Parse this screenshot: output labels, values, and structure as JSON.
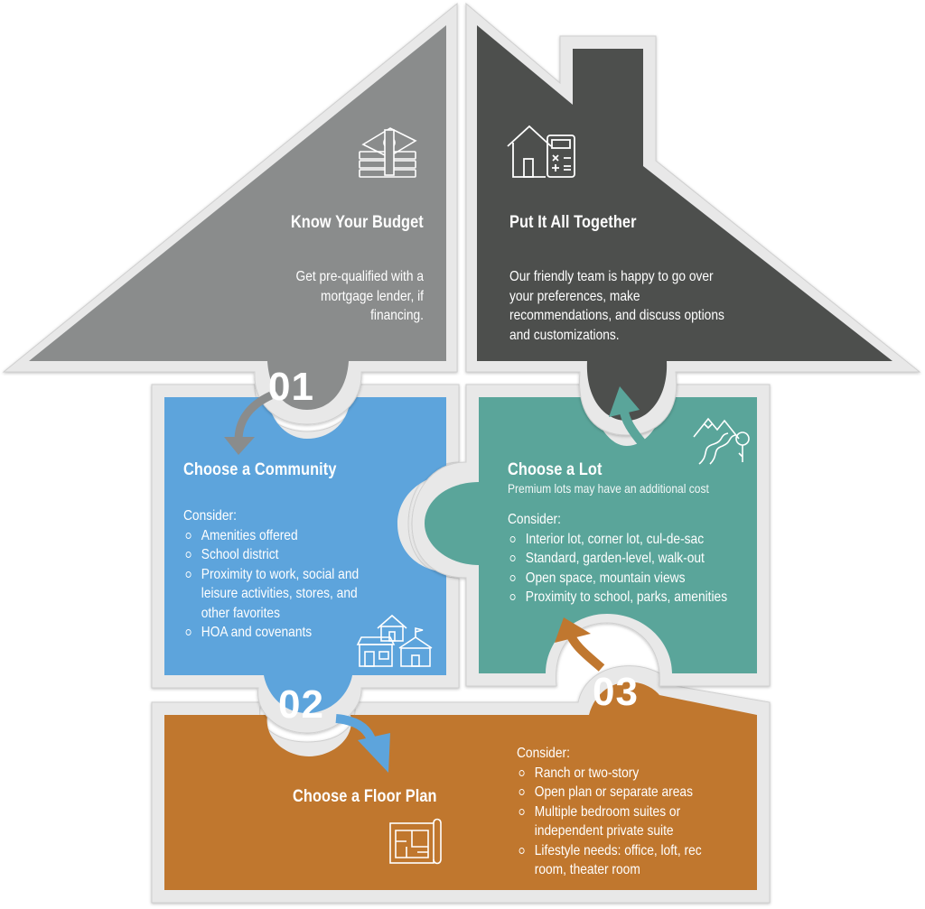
{
  "steps": {
    "budget": {
      "number": "01",
      "title": "Know Your Budget",
      "description": "Get pre-qualified with a mortgage lender, if financing.",
      "icon": "money-stack-icon",
      "color": "#8a8c8c"
    },
    "together": {
      "title": "Put It All Together",
      "description": "Our friendly team is happy to go over your preferences, make recommendations, and discuss options and customizations.",
      "icon": "house-calculator-icon",
      "color": "#4d4f4e"
    },
    "community": {
      "number": "02",
      "title": "Choose a Community",
      "consider_label": "Consider:",
      "items": [
        "Amenities offered",
        "School district",
        "Proximity to work, social and leisure activities, stores, and other favorites",
        "HOA and covenants"
      ],
      "icon": "town-buildings-icon",
      "color": "#5da4dc"
    },
    "lot": {
      "title": "Choose a Lot",
      "subtitle": "Premium lots may have an additional cost",
      "consider_label": "Consider:",
      "items": [
        "Interior lot, corner lot, cul-de-sac",
        "Standard, garden-level, walk-out",
        "Open space, mountain views",
        "Proximity to school, parks, amenities"
      ],
      "icon": "mountain-road-icon",
      "color": "#5aa59a"
    },
    "floorplan": {
      "number": "03",
      "title": "Choose a Floor Plan",
      "consider_label": "Consider:",
      "items": [
        "Ranch or two-story",
        "Open plan or separate areas",
        "Multiple bedroom suites or independent private suite",
        "Lifestyle needs: office, loft, rec room, theater room"
      ],
      "icon": "blueprint-icon",
      "color": "#c0772f"
    }
  }
}
